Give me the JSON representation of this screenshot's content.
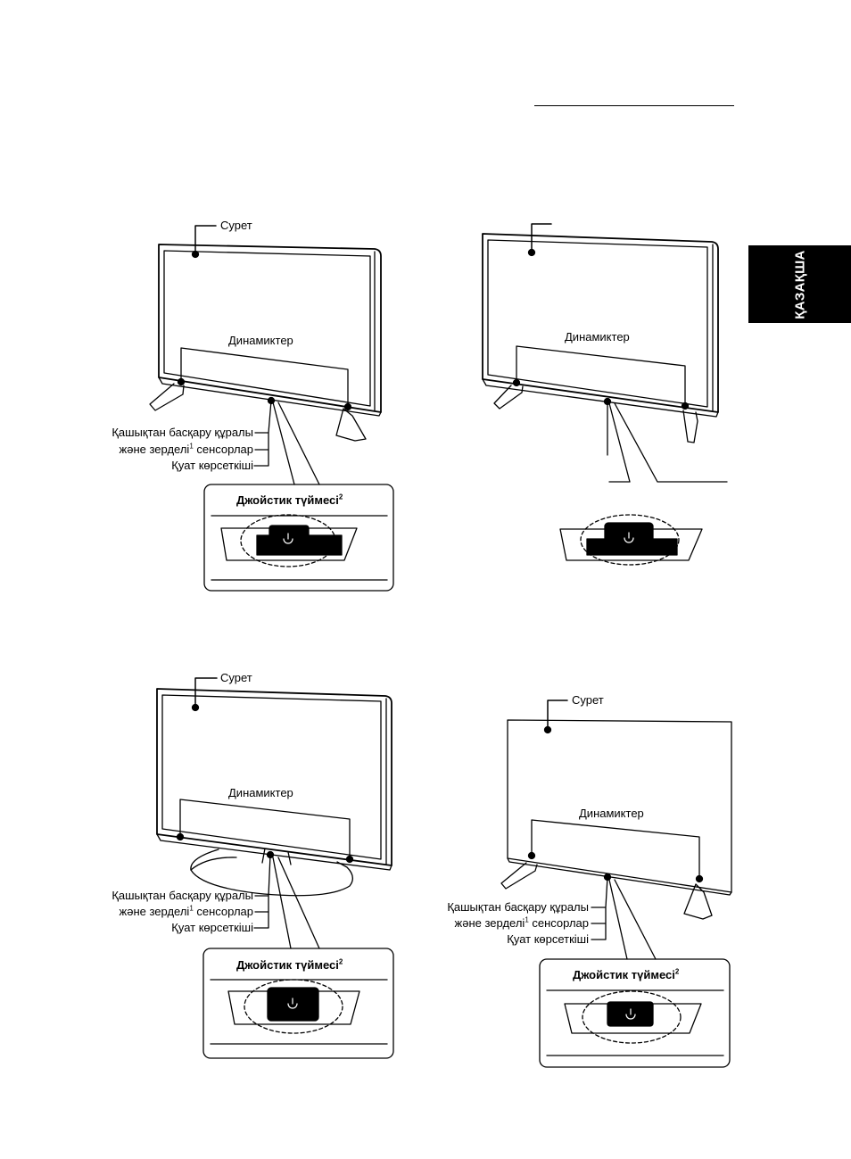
{
  "side_tab": {
    "label": "ҚАЗАҚША"
  },
  "diagrams": [
    {
      "picture": "Сурет",
      "speakers": "Динамиктер",
      "remote_sensor_1": "Қашықтан басқару құралы",
      "remote_sensor_2": "және зерделі",
      "remote_sensor_sup": "1",
      "remote_sensor_3": " сенсорлар",
      "power_indicator": "Қуат көрсеткіші",
      "joystick": "Джойстик түймесі",
      "joystick_sup": "2"
    },
    {
      "speakers": "Динамиктер"
    },
    {
      "picture": "Сурет",
      "speakers": "Динамиктер",
      "remote_sensor_1": "Қашықтан басқару құралы",
      "remote_sensor_2": "және зерделі",
      "remote_sensor_sup": "1",
      "remote_sensor_3": " сенсорлар",
      "power_indicator": "Қуат көрсеткіші",
      "joystick": "Джойстик түймесі",
      "joystick_sup": "2"
    },
    {
      "picture": "Сурет",
      "speakers": "Динамиктер",
      "remote_sensor_1": "Қашықтан басқару құралы",
      "remote_sensor_2": "және зерделі",
      "remote_sensor_sup": "1",
      "remote_sensor_3": " сенсорлар",
      "power_indicator": "Қуат көрсеткіші",
      "joystick": "Джойстик түймесі",
      "joystick_sup": "2"
    }
  ]
}
